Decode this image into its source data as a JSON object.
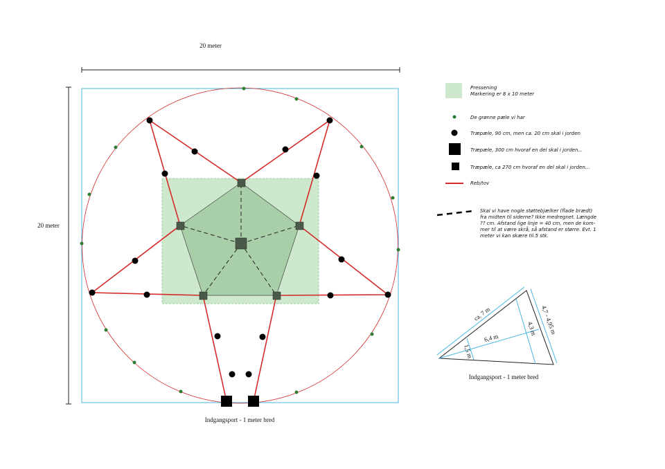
{
  "dimensions": {
    "width_label": "20 meter",
    "height_label": "20 meter"
  },
  "entrance_label": "Indgangsport - 1 meter bred",
  "legend": {
    "tarp": {
      "line1": "Pressening",
      "line2": "Markering er 8 x 10 meter"
    },
    "green_posts": "De grønne pæle vi har",
    "post_90": "Træpæle, 90 cm, men ca. 20 cm skal i jorden",
    "post_300": "Træpæle, 300 cm hvoraf en del skal i jorden...",
    "post_270": "Træpæle, ca 270 cm hvoraf en del skal i jorden...",
    "rope": "Reb/tov",
    "support_note": [
      "Skal vi have nogle støttebjælker (flade brædt)",
      "fra midten til siderne? Ikke medregnet. Længde",
      "?? cm. Afstand lige linje = 40 cm, men de kom-",
      "mer til at være skrå, så afstand er større. Evt. 1",
      "meter vi kan skære til.5 stk."
    ]
  },
  "triangle": {
    "side_a": "ca. 7 m",
    "side_b": "4,7 - 4,95 m",
    "median": "6,4 m",
    "width_small": "1,5 m",
    "width_large": "4,3 m",
    "caption": "Indgangsport - 1 meter bred"
  },
  "colors": {
    "rope": "#d42a2a",
    "green_post": "#2e7d32",
    "tarp": "#cde8cd",
    "pentagon": "#a9cfa9",
    "frame": "#47b5e6"
  }
}
